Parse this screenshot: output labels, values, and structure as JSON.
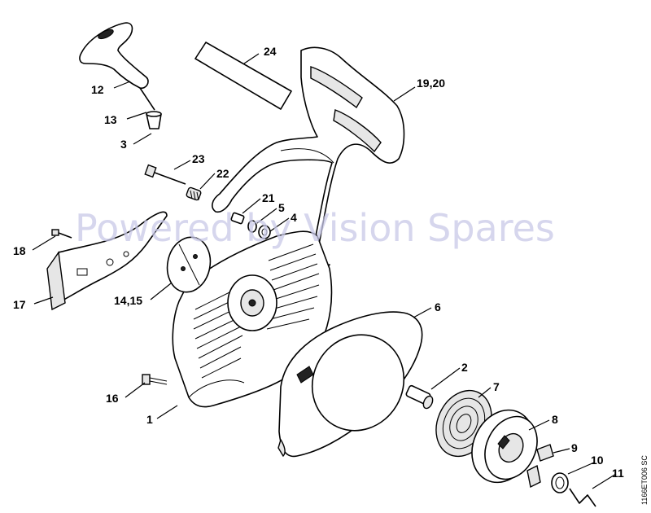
{
  "watermark": "Powered by Vision Spares",
  "diagram_ref": "1166ET006 SC",
  "callouts": {
    "p1": "1",
    "p2": "2",
    "p3": "3",
    "p4": "4",
    "p5": "5",
    "p6": "6",
    "p7": "7",
    "p8": "8",
    "p9": "9",
    "p10": "10",
    "p11": "11",
    "p12": "12",
    "p13": "13",
    "p14_15": "14,15",
    "p16": "16",
    "p17": "17",
    "p18": "18",
    "p19_20": "19,20",
    "p21": "21",
    "p22": "22",
    "p23": "23",
    "p24": "24"
  }
}
